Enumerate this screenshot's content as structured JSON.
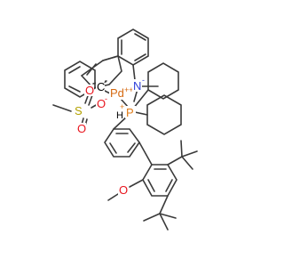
{
  "molecule": {
    "colors": {
      "bond": "#3a3a3a",
      "carbon": "#000000",
      "oxygen": "#e8141d",
      "sulfur": "#b3a100",
      "nitrogen": "#2f3fd9",
      "phosphorus": "#e07b17",
      "palladium": "#d66a12"
    },
    "labels": {
      "carbanion": "C",
      "carbanion_charge": "-",
      "palladium": "Pd",
      "palladium_charge": "++",
      "nitrogen": "N",
      "nitrogen_charge": "-",
      "phosphorus": "P",
      "phosphorus_charge": "+",
      "phosphorus_h": "H",
      "mesylate_o_top": "O",
      "mesylate_o_bottom": "O",
      "mesylate_o_right": "O",
      "mesylate_charge": "-",
      "sulfur": "S",
      "methoxy_o": "O"
    }
  }
}
